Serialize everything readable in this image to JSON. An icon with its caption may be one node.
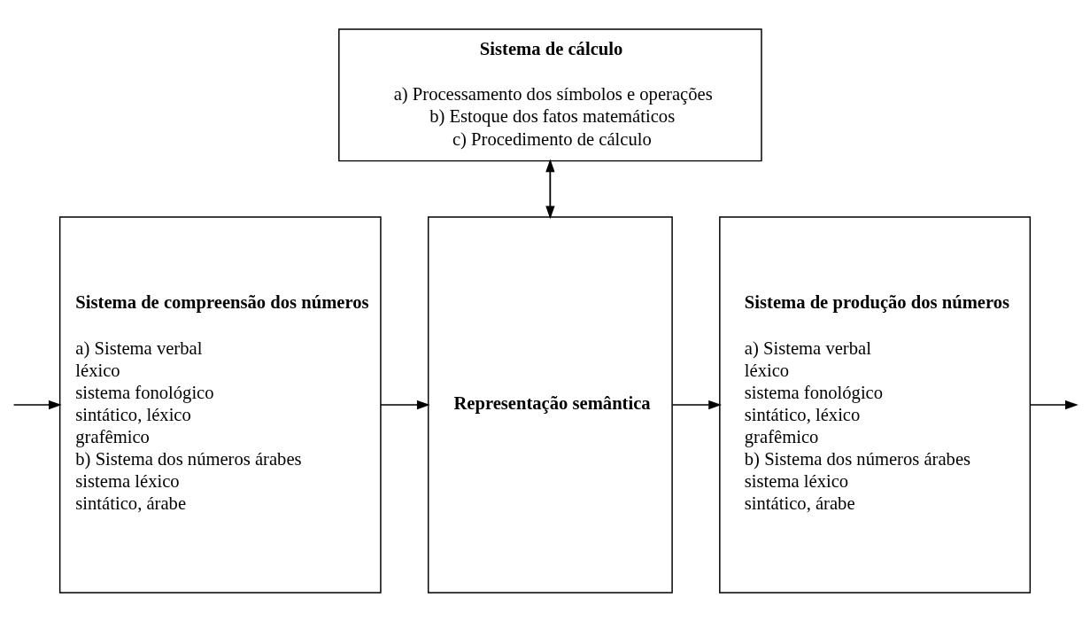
{
  "diagram": {
    "nodes": [
      {
        "text": [
          "Sistema de cálculo",
          "a) Processamento dos símbolos e operações",
          "b) Estoque dos fatos matemáticos",
          "c) Procedimento de cálculo"
        ]
      },
      {
        "text": [
          "Sistema de compreensão dos números",
          "a) Sistema verbal",
          "léxico",
          "sistema fonológico",
          "sintático, léxico",
          "grafêmico",
          "b) Sistema dos números árabes",
          "sistema léxico",
          "sintático, árabe"
        ]
      },
      {
        "text": [
          "Representação semântica"
        ]
      },
      {
        "text": [
          "Sistema de produção dos números",
          "a) Sistema verbal",
          "léxico",
          "sistema fonológico",
          "sintático, léxico",
          "grafêmico",
          "b) Sistema dos números árabes",
          "sistema léxico",
          "sintático, árabe"
        ]
      }
    ],
    "edges": [
      {
        "from": 0,
        "to": 2,
        "arrow": "to"
      },
      {
        "from": 2,
        "to": 0,
        "arrow": "to"
      },
      {
        "from": null,
        "to": 1,
        "arrow": "to"
      },
      {
        "from": 1,
        "to": 2,
        "arrow": "to"
      },
      {
        "from": 2,
        "to": 3,
        "arrow": "to"
      },
      {
        "from": 3,
        "to": null,
        "arrow": "to"
      }
    ]
  }
}
